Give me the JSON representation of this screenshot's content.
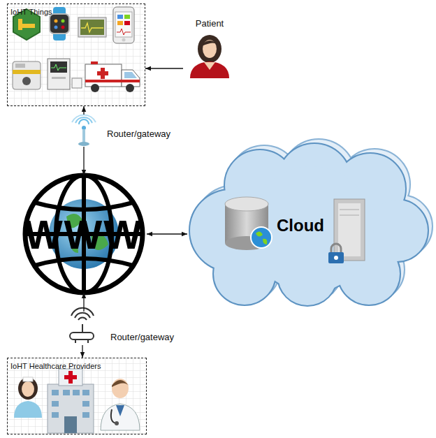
{
  "diagram": {
    "nodes": [
      {
        "text": [
          "IoHT Things"
        ]
      },
      {
        "text": [
          "Patient"
        ]
      },
      {
        "text": [
          "Router/gateway"
        ]
      },
      {
        "text": [
          "WWW"
        ]
      },
      {
        "text": [
          "Cloud"
        ]
      },
      {
        "text": [
          "Router/gateway"
        ]
      },
      {
        "text": [
          "IoHT Healthcare Providers"
        ]
      }
    ],
    "edges": [
      {
        "from": 1,
        "to": 0,
        "arrow": "to"
      },
      {
        "from": 2,
        "to": 0,
        "arrow": "to"
      },
      {
        "from": 2,
        "to": 3,
        "arrow": "to"
      },
      {
        "from": 3,
        "to": 4,
        "arrow": "both"
      },
      {
        "from": 5,
        "to": 3,
        "arrow": "to"
      },
      {
        "from": 5,
        "to": 6,
        "arrow": "to"
      }
    ]
  }
}
